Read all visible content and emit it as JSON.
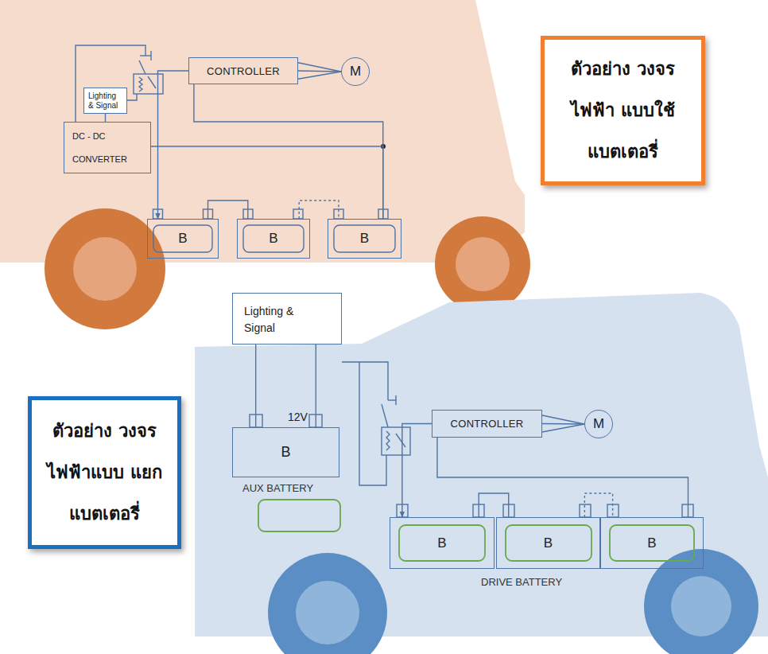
{
  "diagram": {
    "nodes": [
      {
        "text": [
          "ตัวอย่าง วงจรไฟฟ้า แบบใช้แบตเตอรี่"
        ]
      },
      {
        "text": [
          "Lighting & Signal"
        ]
      },
      {
        "text": [
          "DC - DC CONVERTER"
        ]
      },
      {
        "text": [
          "CONTROLLER"
        ]
      },
      {
        "text": [
          "M"
        ]
      },
      {
        "text": [
          "B"
        ]
      },
      {
        "text": [
          "B"
        ]
      },
      {
        "text": [
          "B"
        ]
      },
      {
        "text": [
          "ตัวอย่าง วงจรไฟฟ้าแบบ แยกแบตเตอรี่"
        ]
      },
      {
        "text": [
          "Lighting & Signal"
        ]
      },
      {
        "text": [
          "12V",
          "B"
        ]
      },
      {
        "text": [
          "CONTROLLER"
        ]
      },
      {
        "text": [
          "M"
        ]
      },
      {
        "text": [
          "B"
        ]
      },
      {
        "text": [
          "B"
        ]
      },
      {
        "text": [
          "B"
        ]
      }
    ],
    "edges": [
      {
        "from": 1,
        "to": 2,
        "arrow": "none"
      },
      {
        "from": 3,
        "to": 4,
        "arrow": "none"
      },
      {
        "from": 3,
        "to": 5,
        "arrow": "to"
      },
      {
        "from": 5,
        "to": 6,
        "arrow": "none"
      },
      {
        "from": 6,
        "to": 7,
        "arrow": "none"
      },
      {
        "from": 3,
        "to": 7,
        "arrow": "none"
      },
      {
        "from": 2,
        "to": 7,
        "arrow": "none"
      },
      {
        "from": 9,
        "to": 10,
        "arrow": "none"
      },
      {
        "from": 11,
        "to": 12,
        "arrow": "none"
      },
      {
        "from": 11,
        "to": 13,
        "arrow": "to"
      },
      {
        "from": 13,
        "to": 14,
        "arrow": "none"
      },
      {
        "from": 14,
        "to": 15,
        "arrow": "none"
      },
      {
        "from": 11,
        "to": 15,
        "arrow": "none"
      }
    ],
    "labels": [
      "AUX BATTERY",
      "DRIVE BATTERY"
    ]
  }
}
